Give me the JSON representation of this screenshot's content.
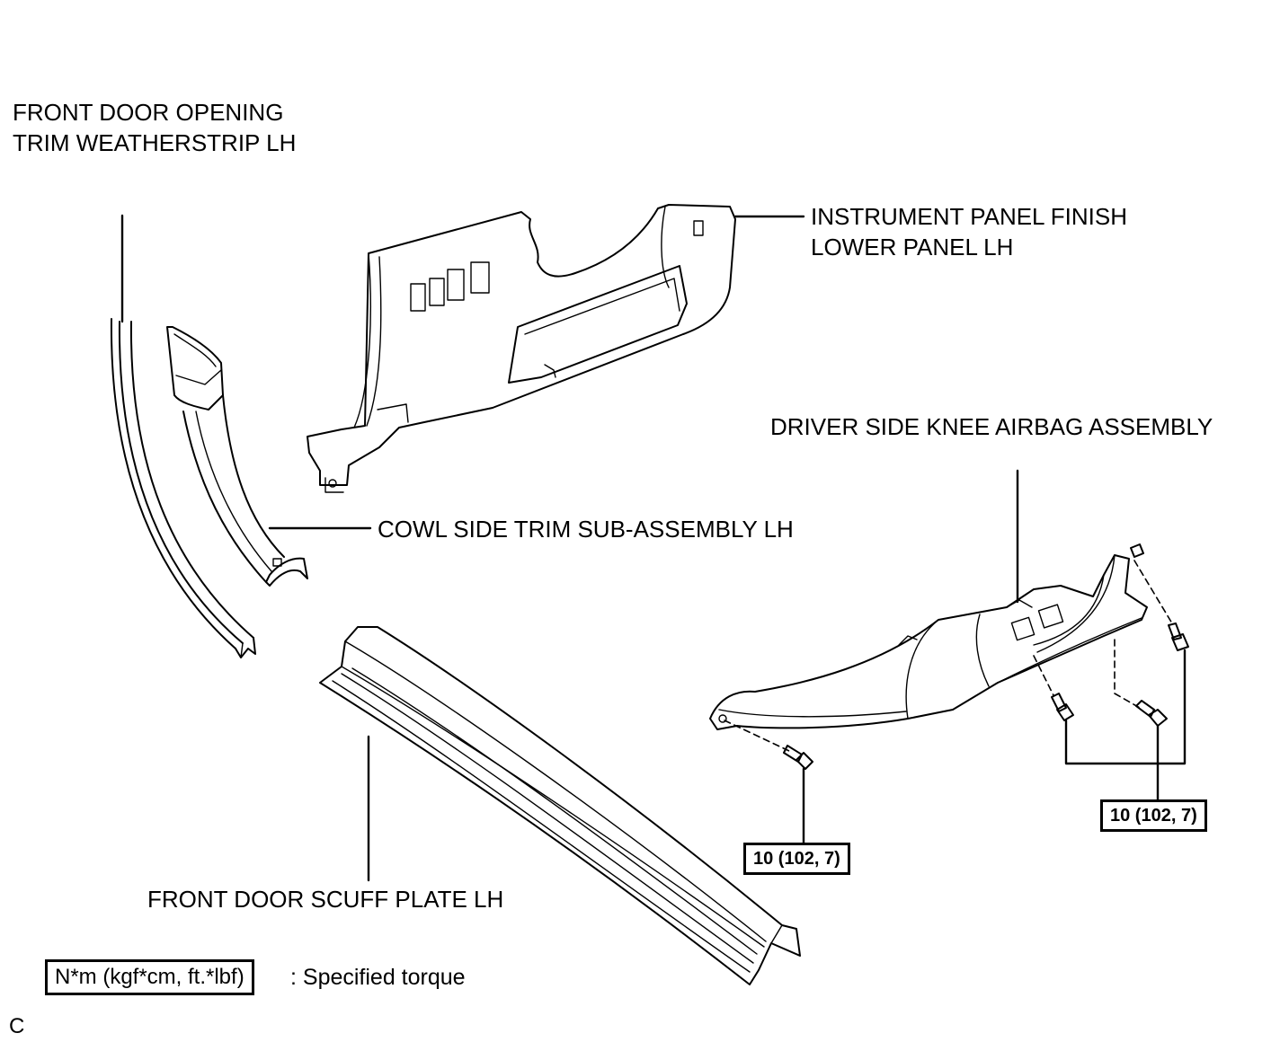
{
  "labels": {
    "weatherstrip_line1": "FRONT DOOR OPENING",
    "weatherstrip_line2": "TRIM WEATHERSTRIP LH",
    "instrument_line1": "INSTRUMENT PANEL FINISH",
    "instrument_line2": "LOWER PANEL LH",
    "cowl": "COWL SIDE TRIM SUB-ASSEMBLY LH",
    "airbag": "DRIVER SIDE KNEE AIRBAG ASSEMBLY",
    "scuff": "FRONT DOOR SCUFF PLATE LH"
  },
  "torque": {
    "left": "10 (102, 7)",
    "right": "10 (102, 7)"
  },
  "legend": {
    "unit": "N*m (kgf*cm, ft.*lbf)",
    "text": ": Specified torque"
  },
  "figure_code": "C"
}
